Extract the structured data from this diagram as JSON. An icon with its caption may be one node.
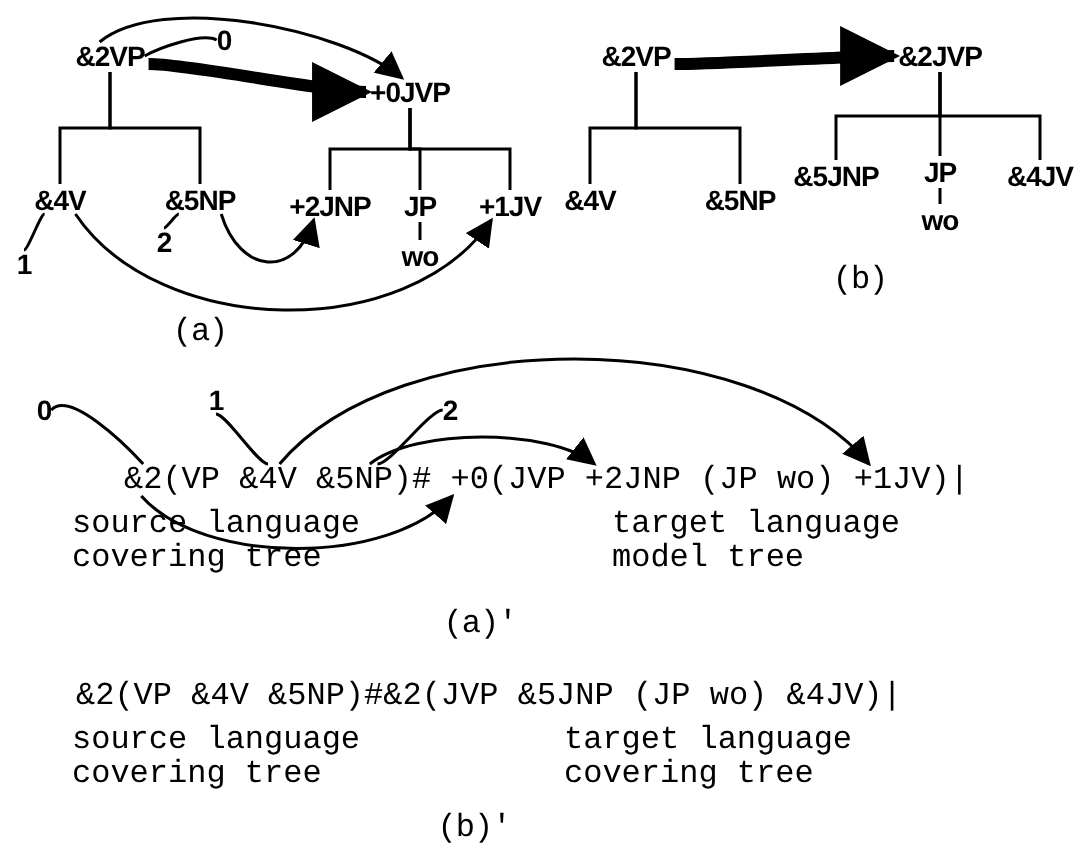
{
  "diagram": {
    "nodes": [
      {
        "text": [
          "&2VP"
        ]
      },
      {
        "text": [
          "0"
        ]
      },
      {
        "text": [
          "+0JVP"
        ]
      },
      {
        "text": [
          "&4V"
        ]
      },
      {
        "text": [
          "&5NP"
        ]
      },
      {
        "text": [
          "+2JNP"
        ]
      },
      {
        "text": [
          "JP"
        ]
      },
      {
        "text": [
          "+1JV"
        ]
      },
      {
        "text": [
          "1"
        ]
      },
      {
        "text": [
          "2"
        ]
      },
      {
        "text": [
          "wo"
        ]
      },
      {
        "text": [
          "&2VP"
        ]
      },
      {
        "text": [
          "&2JVP"
        ]
      },
      {
        "text": [
          "&4V"
        ]
      },
      {
        "text": [
          "&5NP"
        ]
      },
      {
        "text": [
          "&5JNP"
        ]
      },
      {
        "text": [
          "JP"
        ]
      },
      {
        "text": [
          "&4JV"
        ]
      },
      {
        "text": [
          "wo"
        ]
      },
      {
        "text": [
          "0"
        ]
      },
      {
        "text": [
          "1"
        ]
      },
      {
        "text": [
          "2"
        ]
      },
      {
        "text": [
          "&2"
        ]
      },
      {
        "text": [
          "&4V"
        ]
      },
      {
        "text": [
          "&5NP"
        ]
      },
      {
        "text": [
          "+0"
        ]
      },
      {
        "text": [
          "+2JNP"
        ]
      },
      {
        "text": [
          "+1JV"
        ]
      }
    ],
    "edges": [
      {
        "from": 0,
        "to": 3,
        "arrow": "none"
      },
      {
        "from": 0,
        "to": 4,
        "arrow": "none"
      },
      {
        "from": 2,
        "to": 5,
        "arrow": "none"
      },
      {
        "from": 2,
        "to": 6,
        "arrow": "none"
      },
      {
        "from": 2,
        "to": 7,
        "arrow": "none"
      },
      {
        "from": 6,
        "to": 10,
        "arrow": "none"
      },
      {
        "from": 0,
        "to": 2,
        "arrow": "to"
      },
      {
        "from": 0,
        "to": 2,
        "arrow": "to",
        "style": "thick"
      },
      {
        "from": 4,
        "to": 5,
        "arrow": "to"
      },
      {
        "from": 3,
        "to": 7,
        "arrow": "to"
      },
      {
        "from": 1,
        "to": 0,
        "arrow": "none"
      },
      {
        "from": 8,
        "to": 3,
        "arrow": "none"
      },
      {
        "from": 9,
        "to": 4,
        "arrow": "none"
      },
      {
        "from": 11,
        "to": 13,
        "arrow": "none"
      },
      {
        "from": 11,
        "to": 14,
        "arrow": "none"
      },
      {
        "from": 12,
        "to": 15,
        "arrow": "none"
      },
      {
        "from": 12,
        "to": 16,
        "arrow": "none"
      },
      {
        "from": 12,
        "to": 17,
        "arrow": "none"
      },
      {
        "from": 16,
        "to": 18,
        "arrow": "none"
      },
      {
        "from": 11,
        "to": 12,
        "arrow": "to",
        "style": "thick"
      },
      {
        "from": 22,
        "to": 25,
        "arrow": "to"
      },
      {
        "from": 23,
        "to": 27,
        "arrow": "to"
      },
      {
        "from": 24,
        "to": 26,
        "arrow": "to"
      },
      {
        "from": 19,
        "to": 22,
        "arrow": "none"
      },
      {
        "from": 20,
        "to": 23,
        "arrow": "none"
      },
      {
        "from": 21,
        "to": 24,
        "arrow": "none"
      }
    ],
    "labels": [
      "(a)",
      "(b)",
      "(VP",
      ")#",
      "(JVP",
      "(JP wo)",
      ")|",
      "source language covering tree",
      "target language model tree",
      "(a)'",
      "&2(VP &4V &5NP)#&2(JVP &5JNP (JP wo) &4JV)|",
      "source language covering tree",
      "target language covering tree",
      "(b)'"
    ]
  }
}
